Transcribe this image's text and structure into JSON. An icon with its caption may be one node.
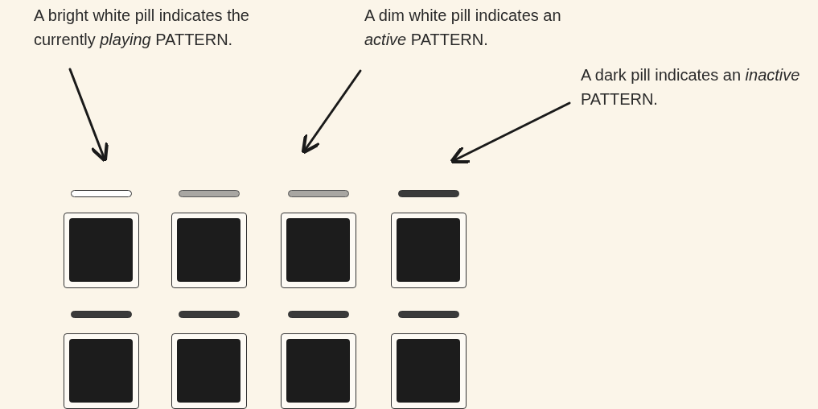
{
  "diagram": {
    "nodes": [
      {
        "text": [
          "A bright white pill indicates the currently *playing* PATTERN."
        ]
      },
      {
        "text": [
          "A dim white pill indicates an *active* PATTERN."
        ]
      },
      {
        "text": [
          "A dark pill indicates an *inactive* PATTERN."
        ]
      },
      {
        "text": [],
        "shape": "bar"
      },
      {
        "text": [],
        "shape": "bar"
      },
      {
        "text": [],
        "shape": "bar"
      }
    ],
    "edges": [
      {
        "from": 0,
        "to": 3,
        "arrow": "to"
      },
      {
        "from": 1,
        "to": 4,
        "arrow": "to"
      },
      {
        "from": 2,
        "to": 5,
        "arrow": "to"
      }
    ]
  }
}
